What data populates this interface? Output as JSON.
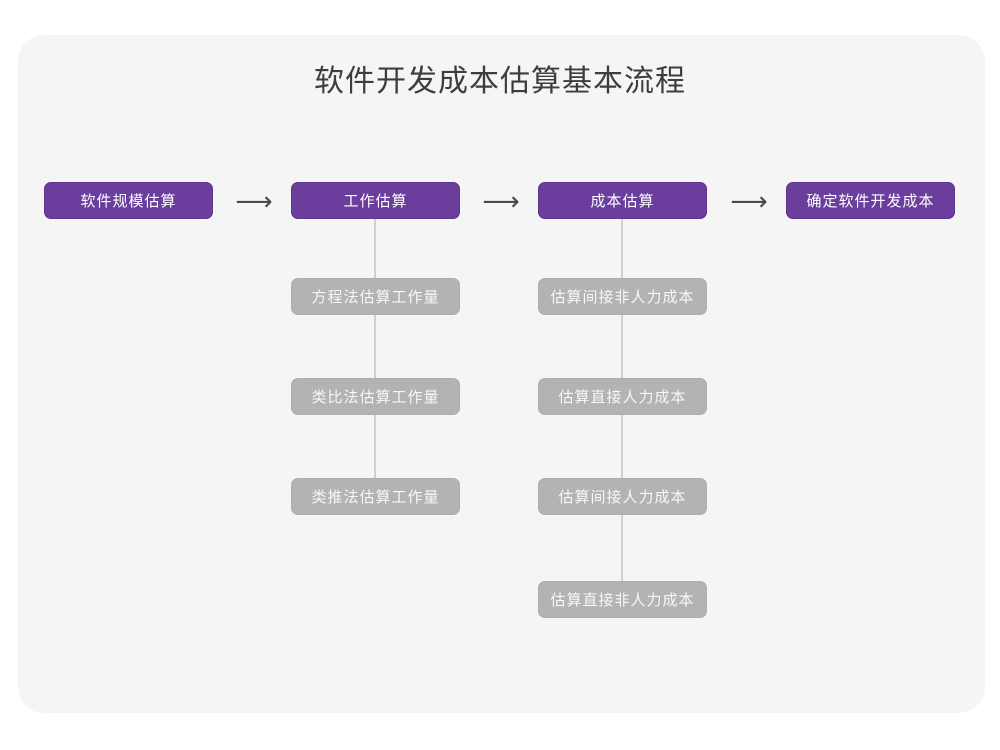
{
  "page": {
    "title": "软件开发成本估算基本流程",
    "background_color": "#ffffff",
    "card_color": "#f5f5f5"
  },
  "colors": {
    "primary_node": "#6b3e9e",
    "primary_node_text": "#ffffff",
    "sub_node": "#b3b3b3",
    "sub_node_text": "#f7f7f7",
    "connector": "#cfcfcf",
    "arrow": "#4a4a4a",
    "title_text": "#3d3d3d"
  },
  "flow": {
    "main_steps": [
      {
        "id": "step-1",
        "label": "软件规模估算"
      },
      {
        "id": "step-2",
        "label": "工作估算"
      },
      {
        "id": "step-3",
        "label": "成本估算"
      },
      {
        "id": "step-4",
        "label": "确定软件开发成本"
      }
    ],
    "arrows": [
      {
        "id": "arrow-1",
        "glyph": "⟶",
        "icon_name": "arrow-right-icon"
      },
      {
        "id": "arrow-2",
        "glyph": "⟶",
        "icon_name": "arrow-right-icon"
      },
      {
        "id": "arrow-3",
        "glyph": "⟶",
        "icon_name": "arrow-right-icon"
      }
    ],
    "branches": [
      {
        "parent": "工作估算",
        "items": [
          {
            "label": "方程法估算工作量"
          },
          {
            "label": "类比法估算工作量"
          },
          {
            "label": "类推法估算工作量"
          }
        ]
      },
      {
        "parent": "成本估算",
        "items": [
          {
            "label": "估算间接非人力成本"
          },
          {
            "label": "估算直接人力成本"
          },
          {
            "label": "估算间接人力成本"
          },
          {
            "label": "估算直接非人力成本"
          }
        ]
      }
    ]
  }
}
